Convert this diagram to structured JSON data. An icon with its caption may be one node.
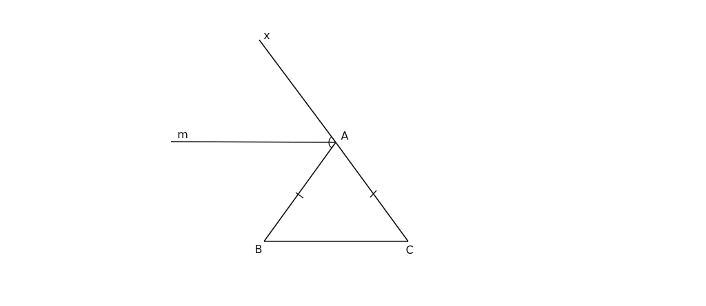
{
  "diagram": {
    "nodes": [
      {
        "text": [
          "A"
        ]
      },
      {
        "text": [
          "B"
        ]
      },
      {
        "text": [
          "C"
        ]
      },
      {
        "text": [
          "x"
        ]
      },
      {
        "text": [
          "m"
        ]
      }
    ],
    "edges": [
      {
        "from": 0,
        "to": 3,
        "arrow": "none"
      },
      {
        "from": 0,
        "to": 4,
        "arrow": "none"
      },
      {
        "from": 0,
        "to": 1,
        "arrow": "none"
      },
      {
        "from": 0,
        "to": 2,
        "arrow": "none"
      },
      {
        "from": 1,
        "to": 2,
        "arrow": "none"
      }
    ]
  }
}
